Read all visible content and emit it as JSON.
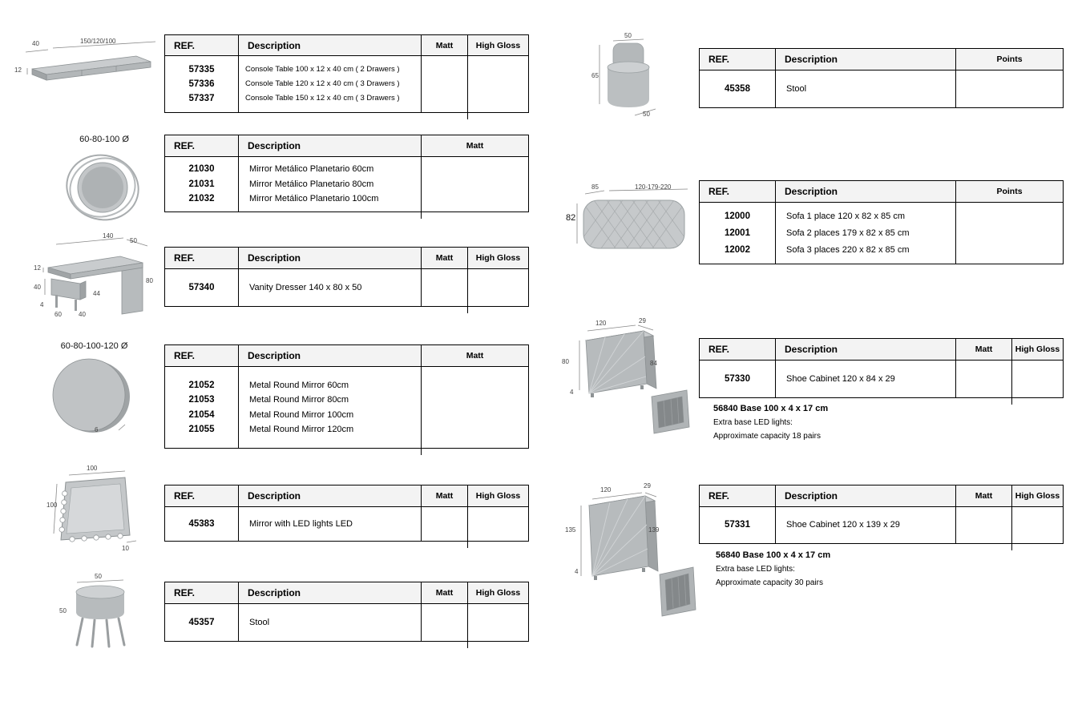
{
  "colors": {
    "table_header_bg": "#f3f3f3",
    "table_border": "#000000",
    "drawing_light": "#c9ccce",
    "drawing_mid": "#b7bbbd",
    "drawing_dark": "#9ea2a4"
  },
  "tables": {
    "console": {
      "headers": [
        "REF.",
        "Description",
        "Matt",
        "High Gloss"
      ],
      "rows": [
        {
          "ref": "57335",
          "desc": "Console Table 100 x 12 x 40 cm ( 2 Drawers )"
        },
        {
          "ref": "57336",
          "desc": "Console Table 120 x 12 x 40 cm ( 3 Drawers )"
        },
        {
          "ref": "57337",
          "desc": "Console Table 150 x 12 x 40 cm ( 3 Drawers )"
        }
      ]
    },
    "planetario": {
      "headers": [
        "REF.",
        "Description",
        "Matt"
      ],
      "rows": [
        {
          "ref": "21030",
          "desc": "Mirror Metálico Planetario 60cm"
        },
        {
          "ref": "21031",
          "desc": "Mirror Metálico Planetario 80cm"
        },
        {
          "ref": "21032",
          "desc": "Mirror Metálico Planetario 100cm"
        }
      ]
    },
    "vanity": {
      "headers": [
        "REF.",
        "Description",
        "Matt",
        "High Gloss"
      ],
      "rows": [
        {
          "ref": "57340",
          "desc": "Vanity Dresser 140 x 80 x 50"
        }
      ]
    },
    "round_mirror": {
      "headers": [
        "REF.",
        "Description",
        "Matt"
      ],
      "rows": [
        {
          "ref": "21052",
          "desc": "Metal Round Mirror 60cm"
        },
        {
          "ref": "21053",
          "desc": "Metal Round Mirror 80cm"
        },
        {
          "ref": "21054",
          "desc": "Metal Round Mirror 100cm"
        },
        {
          "ref": "21055",
          "desc": "Metal Round Mirror 120cm"
        }
      ]
    },
    "led_mirror": {
      "headers": [
        "REF.",
        "Description",
        "Matt",
        "High Gloss"
      ],
      "rows": [
        {
          "ref": "45383",
          "desc": "Mirror with LED lights LED"
        }
      ]
    },
    "stool_left": {
      "headers": [
        "REF.",
        "Description",
        "Matt",
        "High Gloss"
      ],
      "rows": [
        {
          "ref": "45357",
          "desc": "Stool"
        }
      ]
    },
    "stool_right": {
      "headers": [
        "REF.",
        "Description",
        "Points"
      ],
      "rows": [
        {
          "ref": "45358",
          "desc": "Stool"
        }
      ]
    },
    "sofa": {
      "headers": [
        "REF.",
        "Description",
        "Points"
      ],
      "rows": [
        {
          "ref": "12000",
          "desc": "Sofa 1 place 120 x 82 x 85 cm"
        },
        {
          "ref": "12001",
          "desc": "Sofa 2 places 179 x 82 x 85 cm"
        },
        {
          "ref": "12002",
          "desc": "Sofa 3 places 220 x 82 x 85 cm"
        }
      ]
    },
    "cabinet_small": {
      "headers": [
        "REF.",
        "Description",
        "Matt",
        "High Gloss"
      ],
      "rows": [
        {
          "ref": "57330",
          "desc": "Shoe Cabinet 120 x 84 x 29"
        }
      ],
      "notes": [
        "56840 Base 100 x 4 x 17 cm",
        "Extra base LED lights:",
        "Approximate capacity 18 pairs"
      ]
    },
    "cabinet_tall": {
      "headers": [
        "REF.",
        "Description",
        "Matt",
        "High Gloss"
      ],
      "rows": [
        {
          "ref": "57331",
          "desc": "Shoe Cabinet 120 x 139 x 29"
        }
      ],
      "notes": [
        "56840 Base 100 x 4 x 17 cm",
        "Extra base LED lights:",
        "Approximate capacity 30 pairs"
      ]
    }
  },
  "drawings": {
    "console": {
      "dim_depth": "40",
      "dim_widths": "150/120/100",
      "dim_height": "12"
    },
    "planetario": {
      "label": "60-80-100 Ø"
    },
    "vanity": {
      "dim_width": "140",
      "dim_depth": "50",
      "dim_top": "12",
      "dim_height": "80",
      "dim_a": "40",
      "dim_b": "44",
      "dim_c": "4",
      "dim_d": "60",
      "dim_e": "40"
    },
    "round_mirror": {
      "label": "60-80-100-120 Ø",
      "dim_depth": "6"
    },
    "led_mirror": {
      "dim_width": "100",
      "dim_height": "100",
      "dim_depth": "10"
    },
    "stool_left": {
      "dim_width": "50",
      "dim_height": "50"
    },
    "stool_right": {
      "dim_width": "50",
      "dim_height": "65",
      "dim_depth": "50"
    },
    "sofa": {
      "dim_depth": "85",
      "dim_widths": "120-179-220",
      "dim_height": "82"
    },
    "cabinet_small": {
      "dim_width": "120",
      "dim_depth": "29",
      "dim_left": "80",
      "dim_right": "84",
      "dim_base": "4"
    },
    "cabinet_tall": {
      "dim_width": "120",
      "dim_depth": "29",
      "dim_left": "135",
      "dim_right": "139",
      "dim_base": "4"
    }
  }
}
